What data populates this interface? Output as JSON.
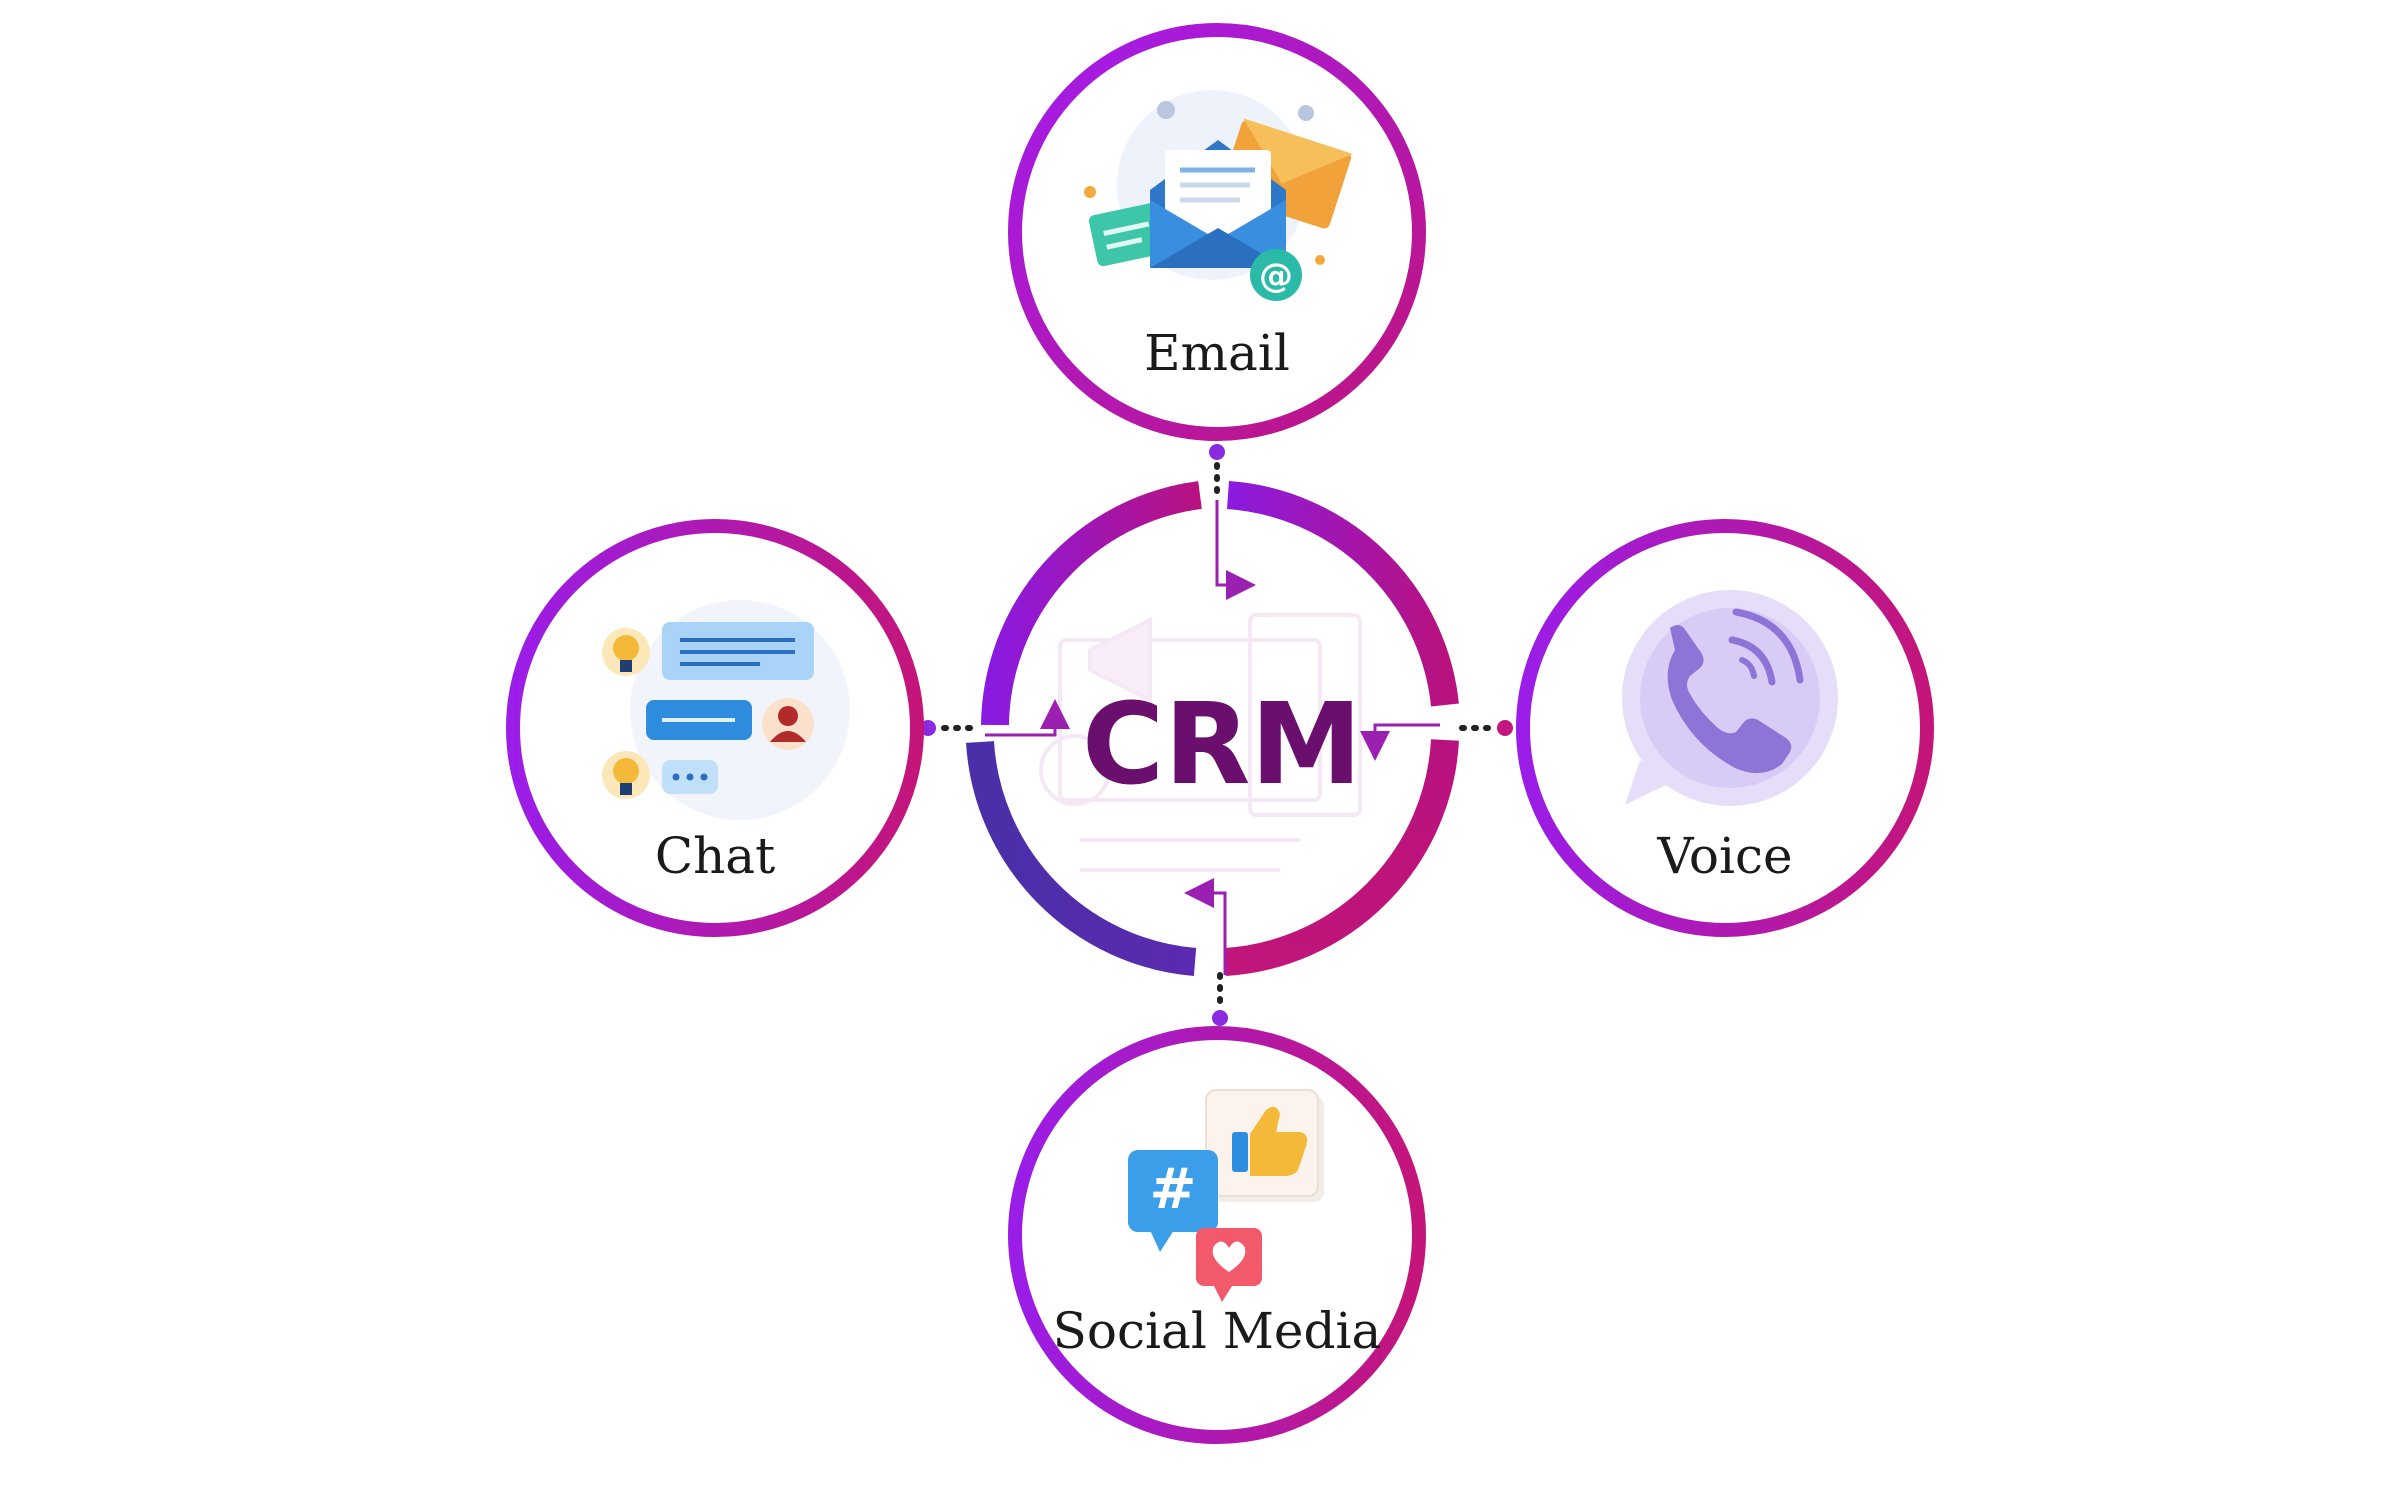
{
  "center": {
    "label": "CRM",
    "color": "#6a0f6e"
  },
  "channels": [
    {
      "id": "email",
      "label": "Email",
      "icon": "envelope-icon"
    },
    {
      "id": "chat",
      "label": "Chat",
      "icon": "chat-bubbles-icon"
    },
    {
      "id": "voice",
      "label": "Voice",
      "icon": "phone-icon"
    },
    {
      "id": "social",
      "label": "Social Media",
      "icon": "social-media-icon"
    }
  ],
  "colors": {
    "ring_start": "#9b1fe8",
    "ring_end": "#c2177e",
    "arc_blue": "#4b2fa3",
    "connector_dot": "#8a2be2",
    "label_text": "#1a1a1a"
  }
}
